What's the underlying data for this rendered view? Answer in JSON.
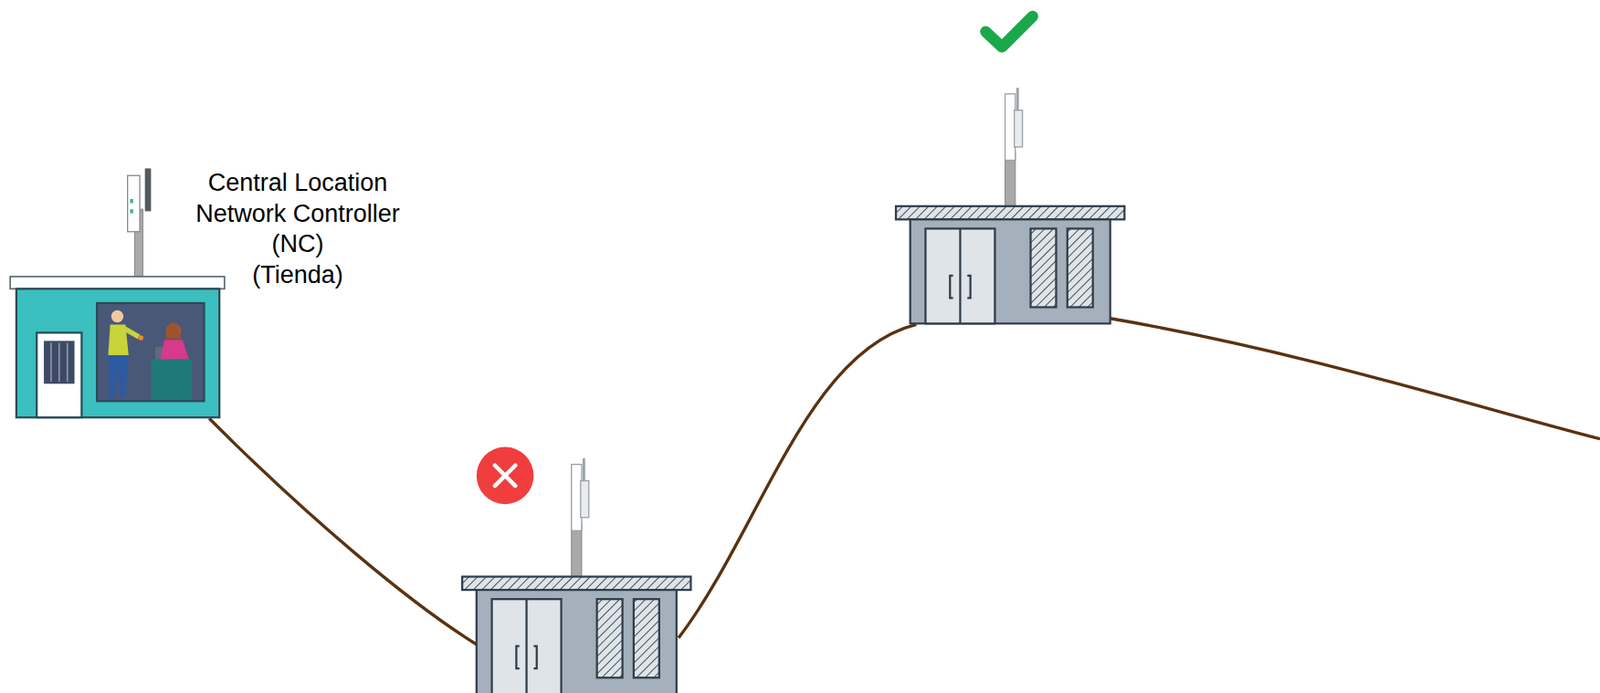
{
  "diagram": {
    "nodes": [
      {
        "text": [
          "Central Location Network Controller",
          "(NC)",
          "(Tienda)"
        ]
      }
    ]
  }
}
